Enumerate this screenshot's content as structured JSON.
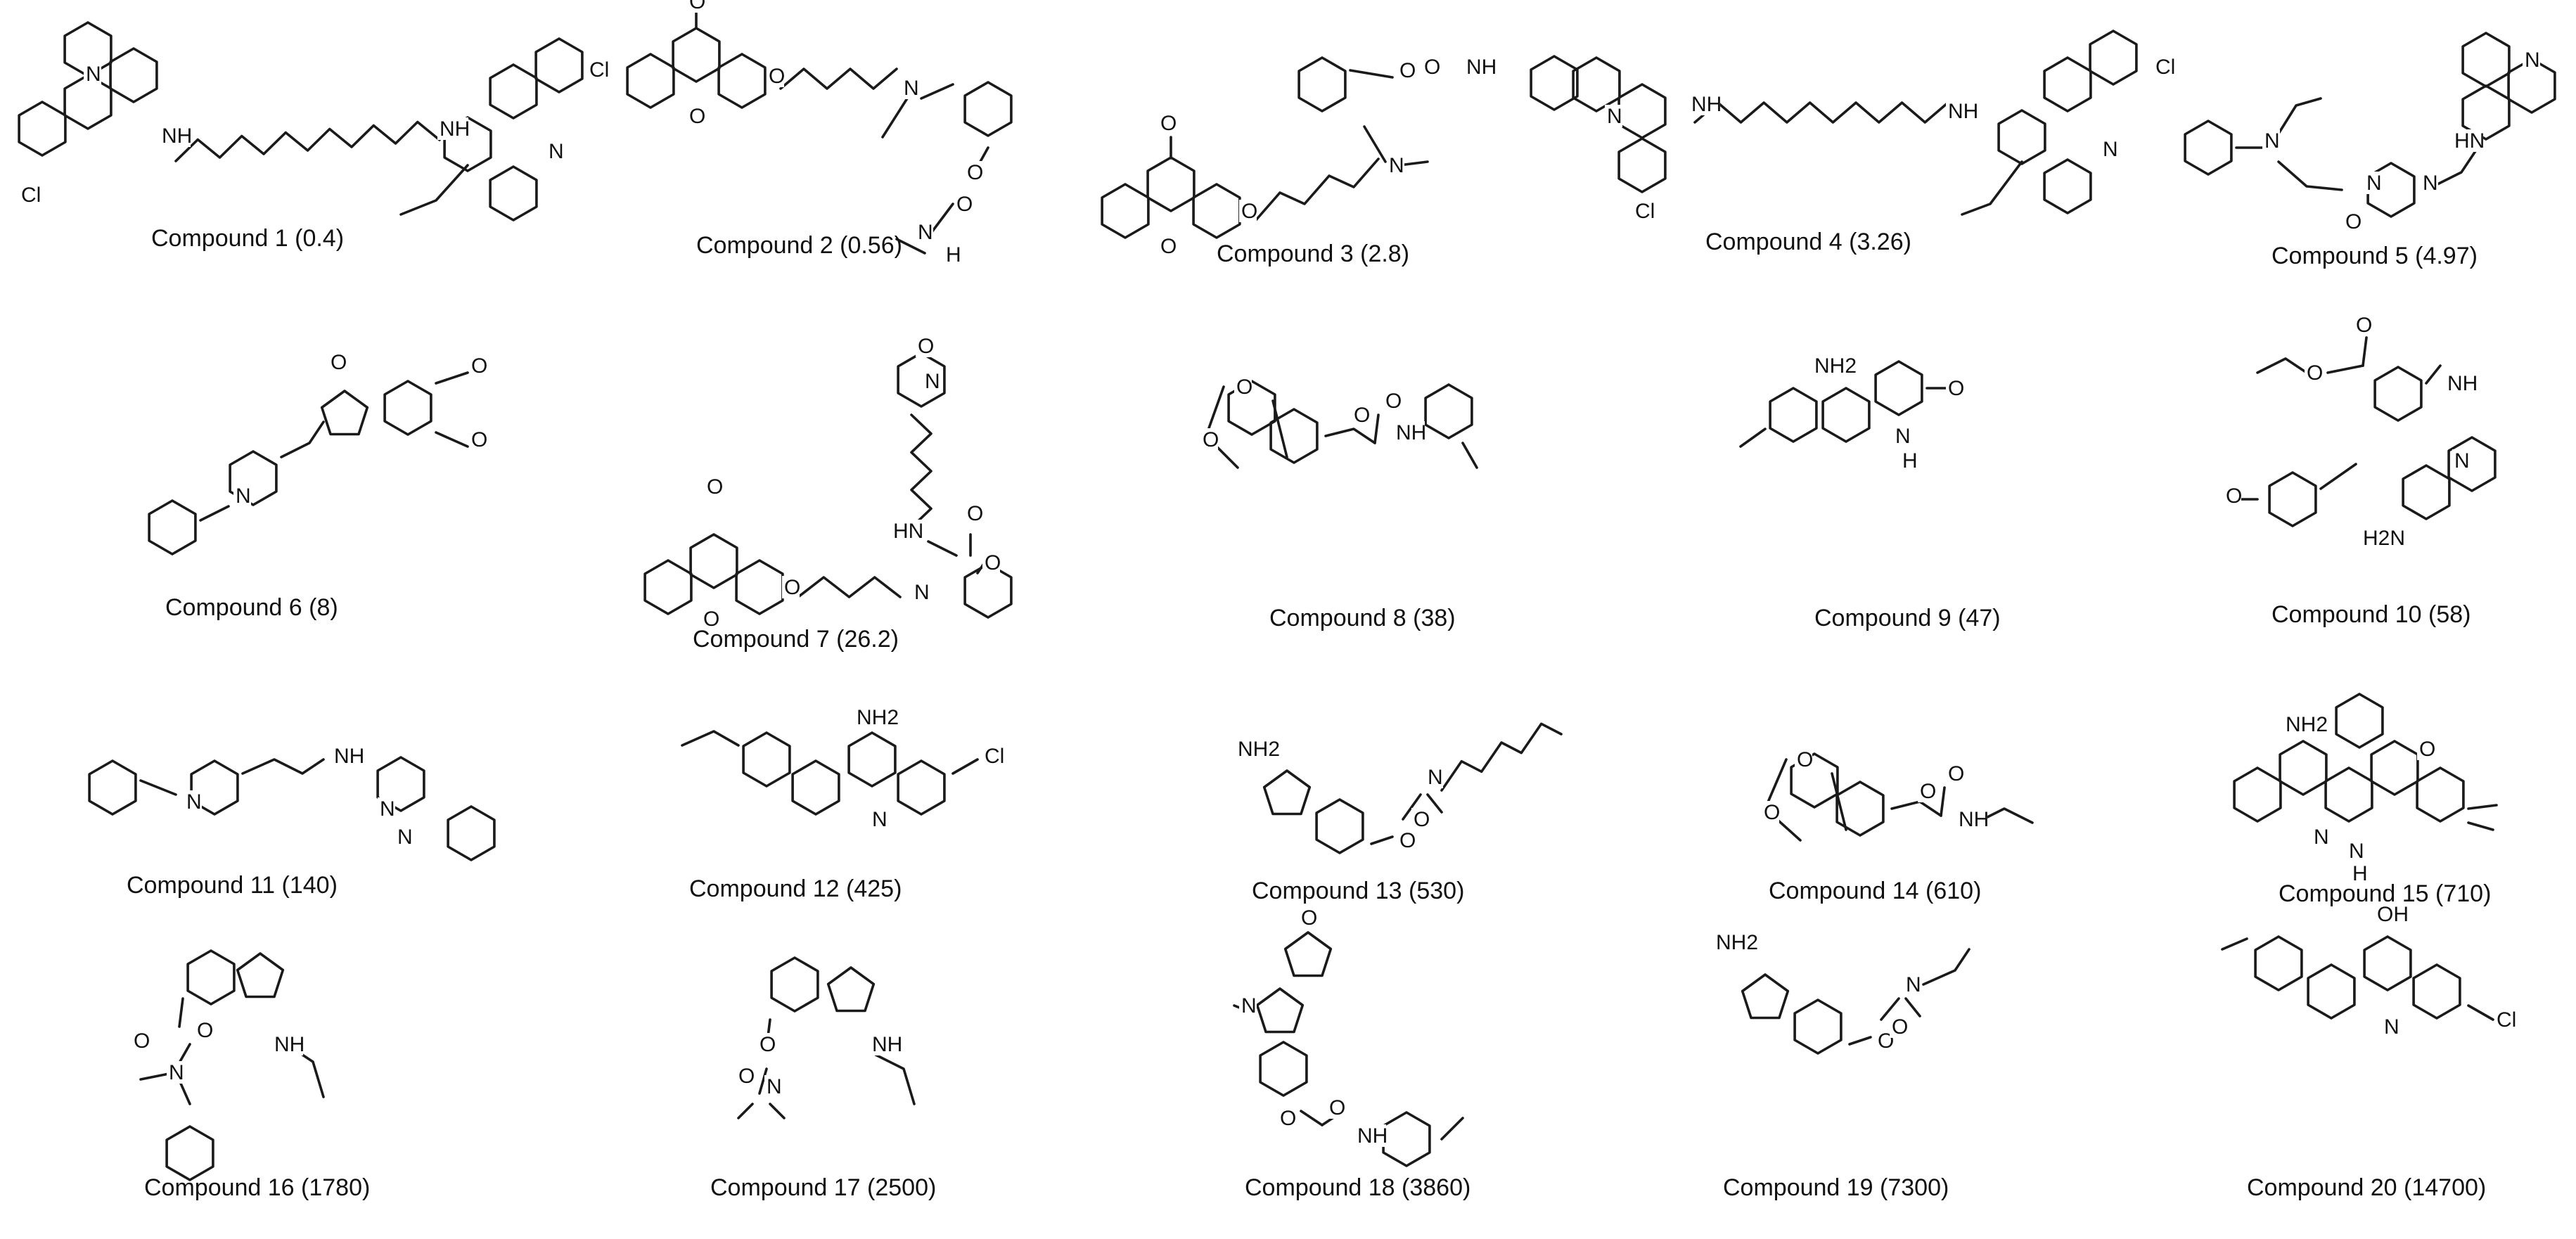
{
  "compounds": [
    {
      "label": "Compound 1 (0.4)",
      "atoms": [
        "Cl",
        "NH",
        "NH",
        "Cl",
        "N",
        "N"
      ]
    },
    {
      "label": "Compound 2 (0.56)",
      "atoms": [
        "O",
        "O",
        "O",
        "N",
        "O",
        "O",
        "N",
        "H"
      ]
    },
    {
      "label": "Compound 3 (2.8)",
      "atoms": [
        "O",
        "O",
        "O",
        "N",
        "O",
        "O",
        "NH"
      ]
    },
    {
      "label": "Compound 4 (3.26)",
      "atoms": [
        "N",
        "NH",
        "NH",
        "Cl",
        "Cl",
        "N"
      ]
    },
    {
      "label": "Compound 5 (4.97)",
      "atoms": [
        "N",
        "O",
        "N",
        "N",
        "HN",
        "N"
      ]
    },
    {
      "label": "Compound 6 (8)",
      "atoms": [
        "O",
        "O",
        "O",
        "N"
      ]
    },
    {
      "label": "Compound 7 (26.2)",
      "atoms": [
        "O",
        "N",
        "HN",
        "O",
        "O",
        "O",
        "O",
        "O",
        "N"
      ]
    },
    {
      "label": "Compound 8 (38)",
      "atoms": [
        "O",
        "O",
        "O",
        "O",
        "NH"
      ]
    },
    {
      "label": "Compound 9 (47)",
      "atoms": [
        "NH2",
        "O",
        "N",
        "H"
      ]
    },
    {
      "label": "Compound 10 (58)",
      "atoms": [
        "O",
        "O",
        "NH",
        "O",
        "N",
        "H2N"
      ]
    },
    {
      "label": "Compound 11 (140)",
      "atoms": [
        "N",
        "NH",
        "N",
        "N"
      ]
    },
    {
      "label": "Compound 12 (425)",
      "atoms": [
        "NH2",
        "Cl",
        "N"
      ]
    },
    {
      "label": "Compound 13 (530)",
      "atoms": [
        "NH2",
        "O",
        "N",
        "O"
      ]
    },
    {
      "label": "Compound 14 (610)",
      "atoms": [
        "O",
        "O",
        "O",
        "O",
        "NH"
      ]
    },
    {
      "label": "Compound 15 (710)",
      "atoms": [
        "NH2",
        "O",
        "N",
        "N",
        "H"
      ]
    },
    {
      "label": "Compound 16 (1780)",
      "atoms": [
        "O",
        "O",
        "N",
        "NH"
      ]
    },
    {
      "label": "Compound 17 (2500)",
      "atoms": [
        "O",
        "O",
        "N",
        "NH"
      ]
    },
    {
      "label": "Compound 18 (3860)",
      "atoms": [
        "O",
        "N",
        "O",
        "O",
        "NH"
      ]
    },
    {
      "label": "Compound 19 (7300)",
      "atoms": [
        "NH2",
        "O",
        "N",
        "O"
      ]
    },
    {
      "label": "Compound 20 (14700)",
      "atoms": [
        "OH",
        "N",
        "Cl"
      ]
    }
  ]
}
